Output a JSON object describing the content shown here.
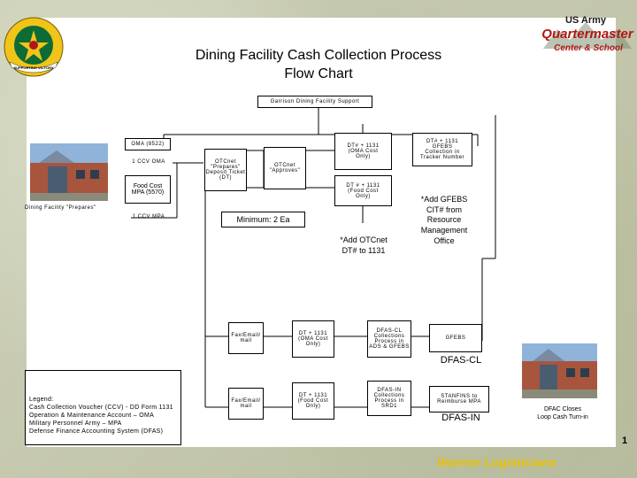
{
  "title": {
    "line1": "Dining Facility Cash Collection Process",
    "line2": "Flow Chart"
  },
  "header_box": "Garrison Dining Facility Support",
  "left": {
    "oma_box": "OMA (8522)",
    "ccv_oma": "1 CCV OMA",
    "food_cost_line1": "Food Cost",
    "food_cost_line2": "MPA (5570)",
    "ccv_mpa": "1 CCV MPA",
    "dfac_prepares": "Dining Facility \"Prepares\""
  },
  "otc": {
    "prepares_l1": "OTCnet",
    "prepares_l2": "\"Prepares\"",
    "prepares_l3": "Deposit Ticket",
    "prepares_l4": "(DT)",
    "approves_l1": "OTCnet",
    "approves_l2": "\"Approves\"",
    "minimum": "Minimum: 2 Ea"
  },
  "dt_oma": {
    "l1": "DT# + 1131",
    "l2": "(OMA Cost",
    "l3": "Only)"
  },
  "dt_food": {
    "l1": "DT # + 1131",
    "l2": "(Food Cost",
    "l3": "Only)"
  },
  "gfebs_top": {
    "l1": "DT# + 1131",
    "l2": "GFEBS",
    "l3": "Collection in",
    "l4": "Tracker Number"
  },
  "add_otcnet": {
    "l1": "*Add OTCnet",
    "l2": "DT# to 1131"
  },
  "add_gfebs": {
    "l1": "*Add GFEBS",
    "l2": "CIT# from",
    "l3": "Resource",
    "l4": "Management",
    "l5": "Office"
  },
  "row_cl": {
    "fax": {
      "l1": "Fax/Email/",
      "l2": "mail"
    },
    "dt": {
      "l1": "DT + 1131",
      "l2": "(OMA Cost",
      "l3": "Only)"
    },
    "dfas": {
      "l1": "DFAS-CL",
      "l2": "Collections",
      "l3": "Process in",
      "l4": "ADS & GFEBS"
    },
    "gfebs": "GFEBS",
    "label": "DFAS-CL"
  },
  "row_in": {
    "fax": {
      "l1": "Fax/Email/",
      "l2": "mail"
    },
    "dt": {
      "l1": "DT + 1131",
      "l2": "(Food Cost",
      "l3": "Only)"
    },
    "dfas": {
      "l1": "DFAS-IN",
      "l2": "Collections",
      "l3": "Process in",
      "l4": "SRD1"
    },
    "stanfins": {
      "l1": "STANFINS to",
      "l2": "Reimburse MPA"
    },
    "label": "DFAS-IN"
  },
  "dfac_closes": {
    "l1": "DFAC Closes",
    "l2": "Loop Cash Turn-in"
  },
  "legend": {
    "l1": "Legend:",
    "l2": "Cash Collection Voucher (CCV) - DD Form 1131",
    "l3": "Operation & Maintenance Account – OMA",
    "l4": "Military Personnel Army – MPA",
    "l5": "Defense Finance Accounting System (DFAS)"
  },
  "branding": {
    "us_army": "US Army",
    "qm": "Quartermaster",
    "center": "Center & School",
    "footer": "Warrior Logisticians",
    "seal_text": "SUPPORTING VICTORY"
  },
  "page_number": "1",
  "colors": {
    "frame": "#c9ccb4",
    "qm_red": "#b01818",
    "footer_gold": "#e6c200",
    "seal_green": "#0d6b35"
  }
}
